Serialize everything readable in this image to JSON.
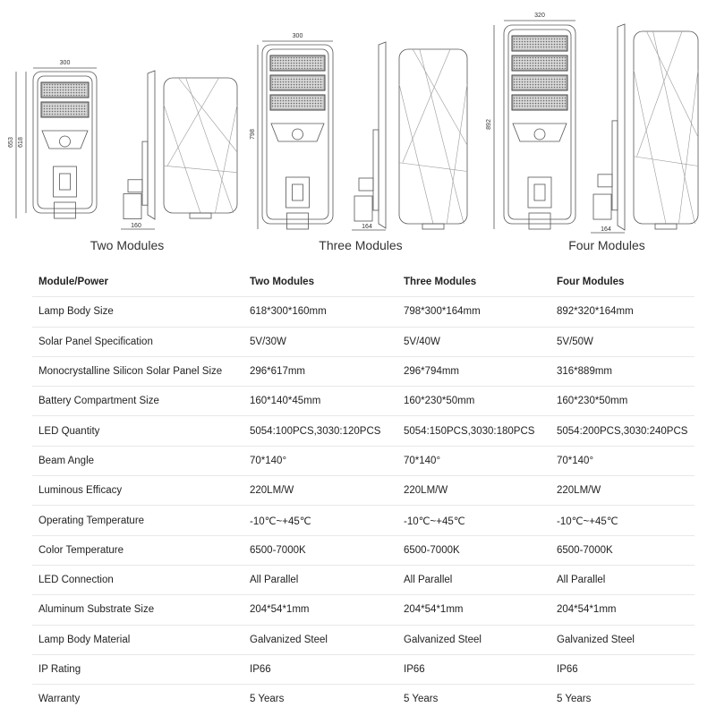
{
  "diagrams": [
    {
      "title": "Two Modules",
      "width_dim": "300",
      "height_outer_dim": "653",
      "height_inner_dim": "618",
      "depth_dim": "160",
      "modules": 2
    },
    {
      "title": "Three Modules",
      "width_dim": "300",
      "height_outer_dim": "798",
      "depth_dim": "164",
      "modules": 3
    },
    {
      "title": "Four Modules",
      "width_dim": "320",
      "height_outer_dim": "892",
      "depth_dim": "164",
      "modules": 4
    }
  ],
  "table": {
    "headers": [
      "Module/Power",
      "Two Modules",
      "Three Modules",
      "Four Modules"
    ],
    "rows": [
      [
        "Lamp Body Size",
        "618*300*160mm",
        "798*300*164mm",
        "892*320*164mm"
      ],
      [
        "Solar Panel Specification",
        "5V/30W",
        "5V/40W",
        "5V/50W"
      ],
      [
        "Monocrystalline Silicon Solar Panel Size",
        "296*617mm",
        "296*794mm",
        "316*889mm"
      ],
      [
        "Battery Compartment Size",
        "160*140*45mm",
        "160*230*50mm",
        "160*230*50mm"
      ],
      [
        "LED Quantity",
        "5054:100PCS,3030:120PCS",
        "5054:150PCS,3030:180PCS",
        "5054:200PCS,3030:240PCS"
      ],
      [
        "Beam Angle",
        "70*140°",
        "70*140°",
        "70*140°"
      ],
      [
        "Luminous Efficacy",
        "220LM/W",
        "220LM/W",
        "220LM/W"
      ],
      [
        "Operating Temperature",
        "-10℃~+45℃",
        "-10℃~+45℃",
        "-10℃~+45℃"
      ],
      [
        "Color Temperature",
        "6500-7000K",
        "6500-7000K",
        "6500-7000K"
      ],
      [
        "LED Connection",
        "All Parallel",
        "All Parallel",
        "All Parallel"
      ],
      [
        "Aluminum Substrate Size",
        "204*54*1mm",
        "204*54*1mm",
        "204*54*1mm"
      ],
      [
        "Lamp Body Material",
        "Galvanized Steel",
        "Galvanized Steel",
        "Galvanized Steel"
      ],
      [
        "IP Rating",
        "IP66",
        "IP66",
        "IP66"
      ],
      [
        "Warranty",
        "5 Years",
        "5 Years",
        "5 Years"
      ]
    ]
  }
}
